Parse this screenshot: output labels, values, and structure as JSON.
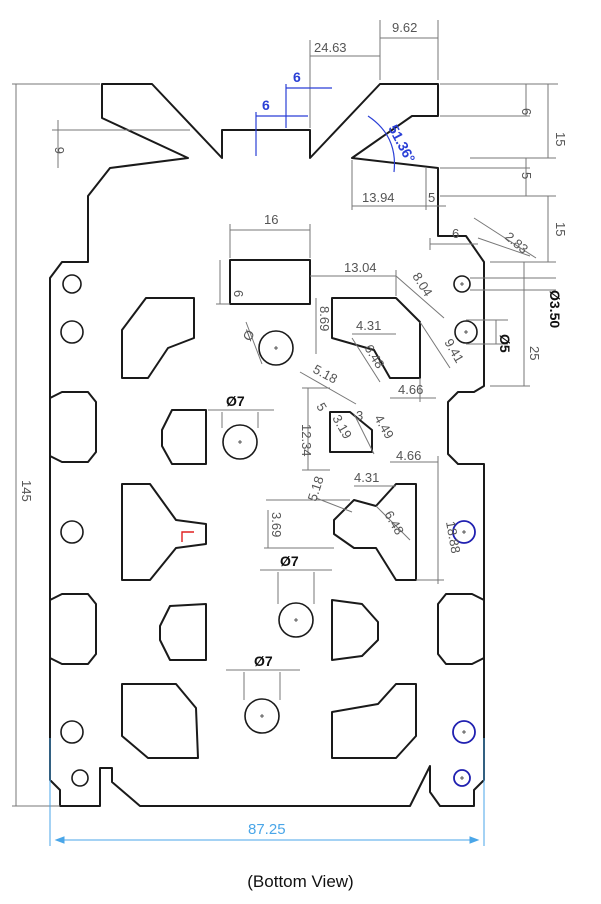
{
  "caption": "(Bottom View)",
  "dimensions": {
    "top_9_62": "9.62",
    "top_24_63": "24.63",
    "slot_6a": "6",
    "slot_6b": "6",
    "right_6": "6",
    "right_15": "15",
    "angle": "51.36°",
    "right_5": "5",
    "w_13_94": "13.94",
    "w_5": "5",
    "right_15b": "15",
    "left_6": "6",
    "w_6": "6",
    "d_2_83": "2.83",
    "w_16": "16",
    "h_6": "6",
    "w_13_04": "13.04",
    "d_8_04": "8.04",
    "hole_3_50": "Ø3.50",
    "d_8_69": "8.69",
    "w_4_31a": "4.31",
    "hole_5": "Ø5",
    "hole_dia_a": "Ø",
    "d_6_48a": "6.48",
    "d_9_41": "9.41",
    "right_25": "25",
    "d_5_18a": "5.18",
    "w_4_66a": "4.66",
    "hole_7a": "Ø7",
    "d_5": "5",
    "d_3_19": "3.19",
    "d_3": "3",
    "d_4_49": "4.49",
    "h_12_34": "12.34",
    "w_4_66b": "4.66",
    "w_4_31b": "4.31",
    "d_5_18b": "5.18",
    "h_3_69": "3.69",
    "d_6_48b": "6.48",
    "h_18_88": "18.88",
    "hole_7b": "Ø7",
    "hole_7c": "Ø7",
    "h_145": "145",
    "w_87_25": "87.25"
  }
}
